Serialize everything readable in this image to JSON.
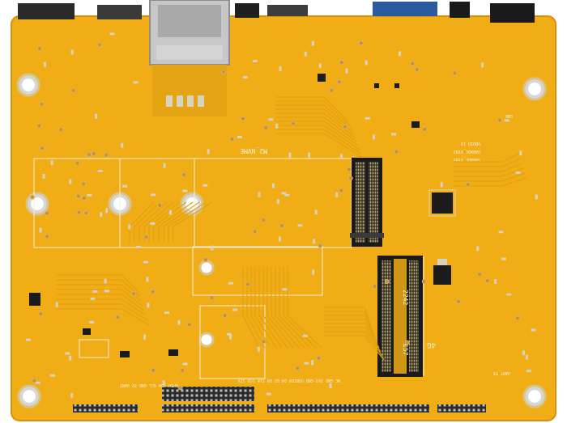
{
  "board": {
    "colors": {
      "pcb": "#f0ad16",
      "pcb_dark": "#d98f0c",
      "trace": "#e3a10f",
      "silk": "#f4f0dc",
      "pad": "#d8d2c0",
      "chip": "#1c1c1c",
      "connector": "#262626",
      "metal": "#b9b9b9"
    },
    "labels": {
      "m2_nvme": "M2_NVME",
      "mpcie_4g": "4G",
      "card_size_1": "2242",
      "card_size_2": "E57",
      "bottom_row_1": "NC GND 3V3 GND USB1DP D4 D2 D0 CLK LCD 12V",
      "bottom_row_2": "GPIO SDA SCL GND 5V UART",
      "right_1": "VDDIO_18",
      "right_2": "SARADC_VIN2",
      "right_3": "SARADC_VIN3",
      "right_4": "GND",
      "right_5": "UART_TX"
    }
  }
}
